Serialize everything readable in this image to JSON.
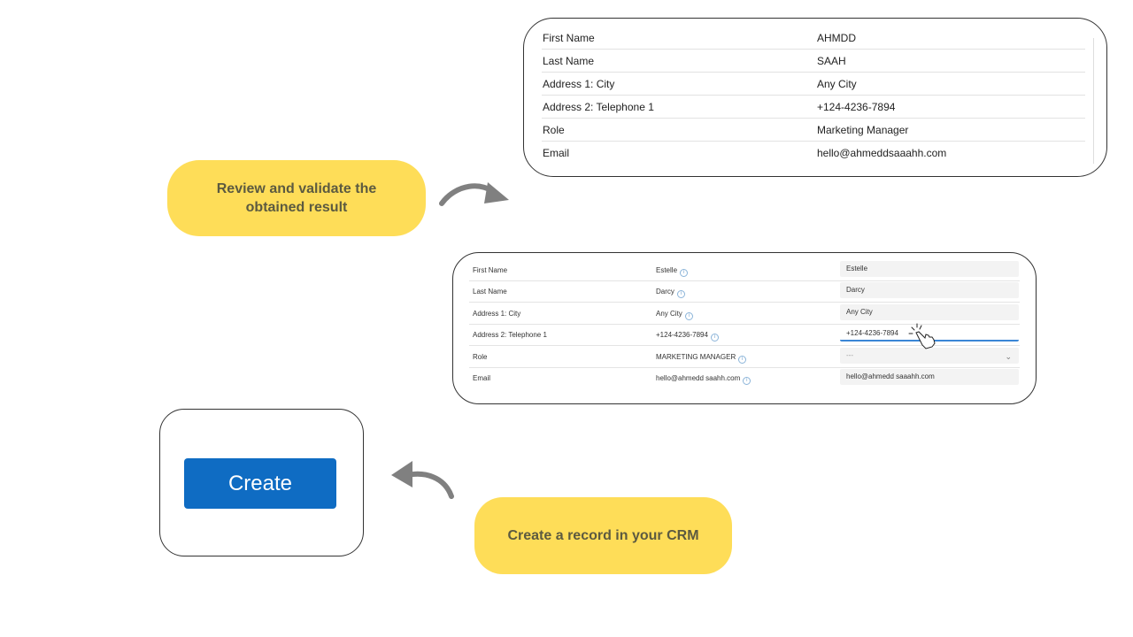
{
  "result_panel": {
    "rows": [
      {
        "label": "First Name",
        "value": "AHMDD"
      },
      {
        "label": "Last Name",
        "value": "SAAH"
      },
      {
        "label": "Address 1: City",
        "value": "Any City"
      },
      {
        "label": "Address 2: Telephone 1",
        "value": "+124-4236-7894"
      },
      {
        "label": "Role",
        "value": "Marketing Manager"
      },
      {
        "label": "Email",
        "value": "hello@ahmeddsaaahh.com"
      }
    ]
  },
  "form_panel": {
    "rows": [
      {
        "label": "First Name",
        "source": "Estelle",
        "field": "Estelle"
      },
      {
        "label": "Last Name",
        "source": "Darcy",
        "field": "Darcy"
      },
      {
        "label": "Address 1: City",
        "source": "Any City",
        "field": "Any City"
      },
      {
        "label": "Address 2: Telephone 1",
        "source": "+124-4236-7894",
        "field": "+124-4236-7894"
      },
      {
        "label": "Role",
        "source": "MARKETING MANAGER",
        "field": "---"
      },
      {
        "label": "Email",
        "source": "hello@ahmedd saahh.com",
        "field": "hello@ahmedd saaahh.com"
      }
    ],
    "info_glyph": "i",
    "chevron_glyph": "⌄"
  },
  "callouts": {
    "review": "Review and validate the obtained result",
    "create": "Create a record in your CRM"
  },
  "create_card": {
    "button_label": "Create"
  },
  "colors": {
    "callout_bg": "#fedd58",
    "button_bg": "#0f6cc3",
    "arrow": "#808080",
    "active_underline": "#3a86d6"
  },
  "icons": {
    "cursor": "hand-pointer-icon",
    "info": "info-icon",
    "arrow": "curved-arrow-icon"
  }
}
